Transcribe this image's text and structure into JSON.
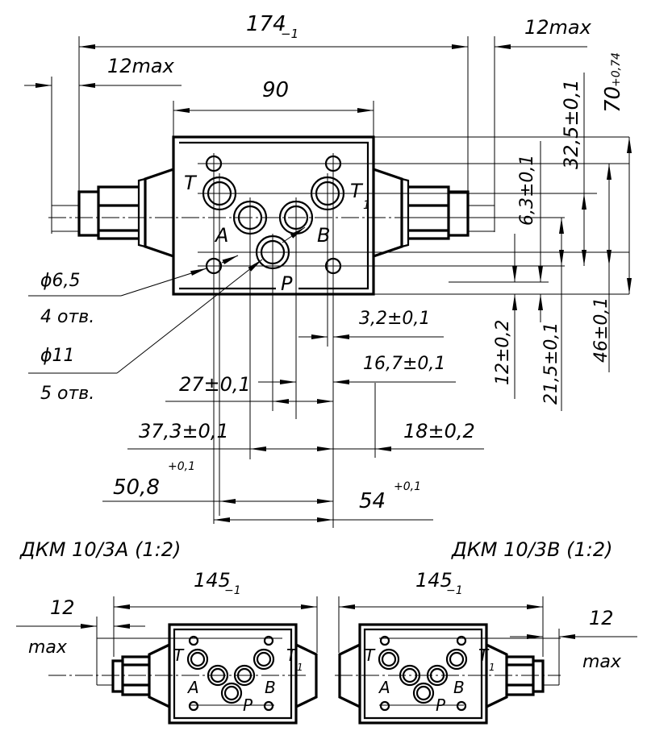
{
  "drawing": {
    "main_view": {
      "overall_length": {
        "value": "174",
        "tol": "−1"
      },
      "body_width": "90",
      "left_protrusion": "12max",
      "right_protrusion": "12max",
      "height": {
        "value": "70",
        "tol": "+0,74"
      },
      "dim_32_5": "32,5±0,1",
      "dim_6_3": "6,3±0,1",
      "dim_12": "12±0,2",
      "dim_21_5": "21,5±0,1",
      "dim_46": "46±0,1",
      "dim_3_2": "3,2±0,1",
      "dim_16_7": "16,7±0,1",
      "dim_27": "27±0,1",
      "dim_37_3": "37,3±0,1",
      "dim_18": "18±0,2",
      "dim_50_8": {
        "value": "50,8",
        "tol": "+0,1"
      },
      "dim_54": {
        "value": "54",
        "tol": "+0,1"
      },
      "hole_small": {
        "diameter": "ϕ6,5",
        "count": "4 отв."
      },
      "hole_large": {
        "diameter": "ϕ11",
        "count": "5 отв."
      },
      "ports": {
        "T": "T",
        "T1": "T",
        "T1_sub": "1",
        "A": "A",
        "B": "B",
        "P": "P"
      }
    },
    "view_a": {
      "title": "ДКМ 10/3А (1:2)",
      "length": {
        "value": "145",
        "tol": "−1"
      },
      "protrusion": "12",
      "protrusion_suffix": "max",
      "ports": {
        "T": "T",
        "T1": "T",
        "T1_sub": "1",
        "A": "A",
        "B": "B",
        "P": "P"
      }
    },
    "view_b": {
      "title": "ДКМ 10/3В (1:2)",
      "length": {
        "value": "145",
        "tol": "−1"
      },
      "protrusion": "12",
      "protrusion_suffix": "max",
      "ports": {
        "T": "T",
        "T1": "T",
        "T1_sub": "1",
        "A": "A",
        "B": "B",
        "P": "P"
      }
    }
  }
}
